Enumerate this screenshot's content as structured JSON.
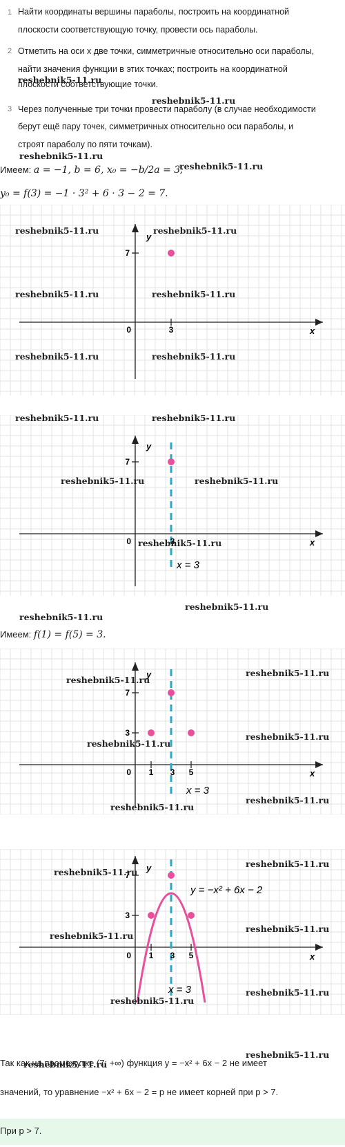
{
  "steps": [
    {
      "num": "1",
      "lines": [
        "Найти координаты вершины параболы, построить на координатной",
        "плоскости соответствующую точку, провести ось параболы."
      ]
    },
    {
      "num": "2",
      "lines": [
        "Отметить на оси x две точки, симметричные относительно оси параболы,",
        "найти значения функции в этих точках; построить на координатной",
        "плоскости соответствующие точки."
      ]
    },
    {
      "num": "3",
      "lines": [
        "Через полученные три точки провести параболу (в случае необходимости",
        "берут ещё пару точек, симметричных относительно оси параболы, и",
        "строят параболу по пяти точкам)."
      ]
    }
  ],
  "solution": {
    "have1_prefix": "Имеем:",
    "have1_math": "a = −1, b = 6, x₀ = −b/2a = 3;",
    "y0_math": "y₀ = f(3) = −1 · 3² + 6 · 3 − 2 = 7.",
    "have2_prefix": "Имеем:",
    "have2_math": "f(1) = f(5) = 3.",
    "conclusion_line1": "Так как на промежутке (7; +∞) функция y = −x² + 6x − 2 не имеет",
    "conclusion_line2": "значений, то уравнение −x² + 6x − 2 = p не имеет корней при p > 7.",
    "answer": "При p > 7."
  },
  "watermark": "reshebnik5-11.ru",
  "graph_labels": {
    "x_axis": "x",
    "y_axis": "y",
    "origin": "0",
    "tick_x3": "3",
    "tick_x1": "1",
    "tick_x5": "5",
    "tick_y7": "7",
    "tick_y3": "3",
    "axis_label": "x = 3",
    "parabola_label": "y = −x² + 6x − 2"
  },
  "colors": {
    "point": "#e8509c",
    "curve": "#e8509c",
    "axis_of_symmetry": "#2aa8c8",
    "grid": "#e3e3e3",
    "answer_bg": "#e6f8ea"
  },
  "chart_data": [
    {
      "type": "scatter",
      "points": [
        {
          "x": 3,
          "y": 7
        }
      ]
    },
    {
      "type": "scatter",
      "points": [
        {
          "x": 3,
          "y": 7
        }
      ],
      "lines": [
        {
          "x": 3,
          "label": "x = 3"
        }
      ]
    },
    {
      "type": "scatter",
      "points": [
        {
          "x": 3,
          "y": 7
        },
        {
          "x": 1,
          "y": 3
        },
        {
          "x": 5,
          "y": 3
        }
      ],
      "lines": [
        {
          "x": 3,
          "label": "x = 3"
        }
      ]
    },
    {
      "type": "line",
      "function": "y = −x² + 6x − 2",
      "points": [
        {
          "x": 3,
          "y": 7
        },
        {
          "x": 1,
          "y": 3
        },
        {
          "x": 5,
          "y": 3
        }
      ],
      "lines": [
        {
          "x": 3,
          "label": "x = 3"
        }
      ]
    }
  ]
}
